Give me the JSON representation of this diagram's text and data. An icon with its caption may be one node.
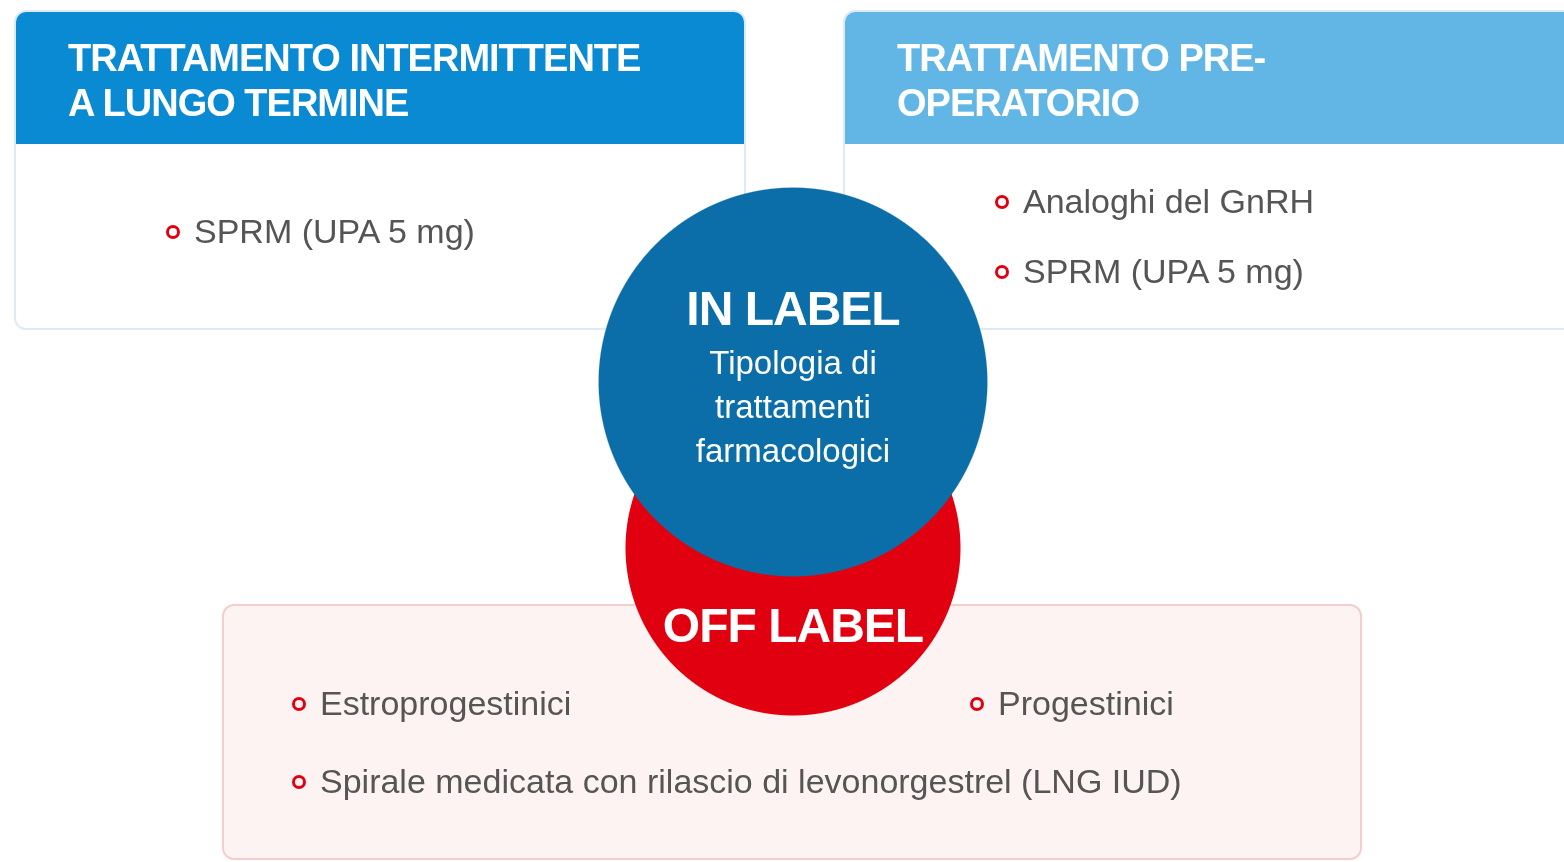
{
  "diagram": {
    "nodes": [
      {
        "text": [
          "TRATTAMENTO INTERMITTENTE A LUNGO TERMINE",
          "SPRM (UPA 5 mg)"
        ]
      },
      {
        "text": [
          "TRATTAMENTO PRE-OPERATORIO",
          "Analoghi del GnRH",
          "SPRM (UPA 5 mg)"
        ]
      },
      {
        "text": [
          "Estroprogestinici",
          "Progestinici",
          "Spirale medicata con rilascio di levonorgestrel (LNG IUD)"
        ]
      },
      {
        "text": [
          "OFF LABEL"
        ]
      },
      {
        "text": [
          "IN LABEL",
          "Tipologia di trattamenti farmacologici"
        ]
      }
    ]
  }
}
